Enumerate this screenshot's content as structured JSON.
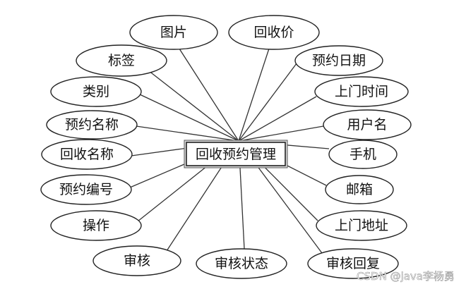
{
  "entity": {
    "label": "回收预约管理"
  },
  "attributes": [
    {
      "id": "image",
      "label": "图片"
    },
    {
      "id": "recycle-price",
      "label": "回收价"
    },
    {
      "id": "tag",
      "label": "标签"
    },
    {
      "id": "appointment-date",
      "label": "预约日期"
    },
    {
      "id": "category",
      "label": "类别"
    },
    {
      "id": "visit-time",
      "label": "上门时间"
    },
    {
      "id": "appointment-name",
      "label": "预约名称"
    },
    {
      "id": "username",
      "label": "用户名"
    },
    {
      "id": "recycle-name",
      "label": "回收名称"
    },
    {
      "id": "phone",
      "label": "手机"
    },
    {
      "id": "appointment-number",
      "label": "预约编号"
    },
    {
      "id": "email",
      "label": "邮箱"
    },
    {
      "id": "operation",
      "label": "操作"
    },
    {
      "id": "visit-address",
      "label": "上门地址"
    },
    {
      "id": "review",
      "label": "审核"
    },
    {
      "id": "review-status",
      "label": "审核状态"
    },
    {
      "id": "review-reply",
      "label": "审核回复"
    }
  ],
  "watermark": "CSDN @java李杨勇"
}
